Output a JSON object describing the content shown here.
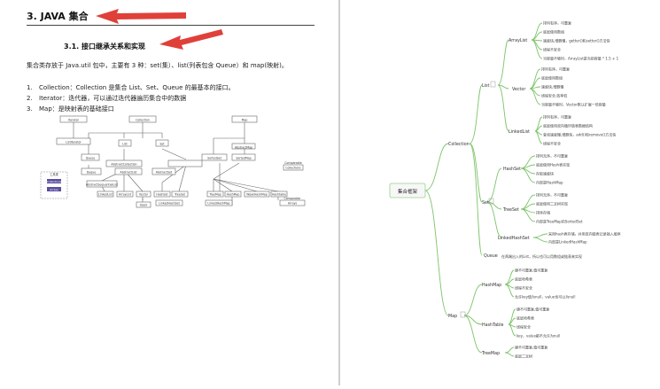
{
  "doc": {
    "heading": "3. JAVA 集合",
    "subheading": "3.1. 接口继承关系和实现",
    "intro": "集合类存放于 Java.util 包中，主要有 3 种：set(集）、list(列表包含 Queue）和 map(映射)。",
    "items": [
      {
        "num": "1.",
        "text": "Collection：Collection 是集合 List、Set、Queue 的最基本的接口。"
      },
      {
        "num": "2.",
        "text": "Iterator：迭代器，可以通过迭代器遍历集合中的数据"
      },
      {
        "num": "3.",
        "text": "Map：是映射表的基础接口"
      }
    ]
  },
  "uml": {
    "top_labels": [
      "Iterator",
      "Collection",
      "Map"
    ],
    "mid_labels": [
      "ListIterator",
      "Queue",
      "List",
      "Set",
      "SortedSet",
      "SortedMap"
    ],
    "abs_labels": [
      "AbstractCollection",
      "AbstractList",
      "AbstractSet",
      "AbstractMap"
    ],
    "impl_labels": [
      "Deque",
      "AbstractSequentialList",
      "LinkedList",
      "ArrayList",
      "Vector",
      "Stack",
      "HashSet",
      "TreeSet",
      "LinkedHashSet",
      "TreeMap",
      "HashMap",
      "WeakHashMap",
      "Hashtable",
      "LinkedHashMap"
    ],
    "util_labels": [
      "Collections",
      "Arrays",
      "Comparable",
      "Comparator"
    ],
    "legend_title": "工具类",
    "legend_items": [
      "Collections",
      "Arrays"
    ]
  },
  "mindmap": {
    "root": "集合框架",
    "collection": {
      "label": "Collection",
      "list": {
        "label": "List",
        "arraylist": {
          "label": "ArrayList",
          "notes": [
            "排列有序，可重复",
            "底层使用数组",
            "速度快,增删慢，getter()和setter()方法快",
            "线程不安全",
            "当容量不够时，ArrayList是当前容量 * 1.5 + 1"
          ]
        },
        "vector": {
          "label": "Vector",
          "notes": [
            "排列有序，可重复",
            "底层使用数组",
            "速度快,增删慢",
            "线程安全,效率低",
            "当容量不够时，Vector默认扩展一倍容量"
          ]
        },
        "linkedlist": {
          "label": "LinkedList",
          "notes": [
            "排列有序，可重复",
            "底层使用双向循环链表数据结构",
            "查询速度慢,增删快，add()和remove()方法快",
            "线程不安全"
          ]
        }
      },
      "set": {
        "label": "Set",
        "hashset": {
          "label": "HashSet",
          "notes": [
            "排列无序，不可重复",
            "底层使用Hash表实现",
            "存取速度快",
            "内部是HashMap"
          ]
        },
        "treeset": {
          "label": "TreeSet",
          "notes": [
            "排列无序，不可重复",
            "底层使用二叉树实现",
            "排序存储",
            "内部是TreeMap的SortedSet"
          ]
        },
        "linkedhashset": {
          "label": "LinkedHashSet",
          "notes": [
            "采用hash表存储，并用双向链表记录插入顺序",
            "内部是LinkedHashMap"
          ]
        }
      },
      "queue": {
        "label": "Queue",
        "note": "在两端出入的List，所以也可以用数组或链表来实现"
      }
    },
    "map": {
      "label": "Map",
      "hashmap": {
        "label": "HashMap",
        "notes": [
          "键不可重复,值可重复",
          "底层哈希表",
          "线程不安全",
          "允许key值为null，value也可以为null"
        ]
      },
      "hashtable": {
        "label": "HashTable",
        "notes": [
          "键不可重复,值可重复",
          "底层哈希表",
          "线程安全",
          "key、value都不允许为null"
        ]
      },
      "treemap": {
        "label": "TreeMap",
        "notes": [
          "键不可重复,值可重复",
          "底层二叉树"
        ]
      }
    }
  },
  "colors": {
    "accent_arrow": "#e0403a",
    "mindmap_line": "#7cc46a",
    "uml_box": "#666666",
    "legend_fill": "#5a4fa0"
  }
}
